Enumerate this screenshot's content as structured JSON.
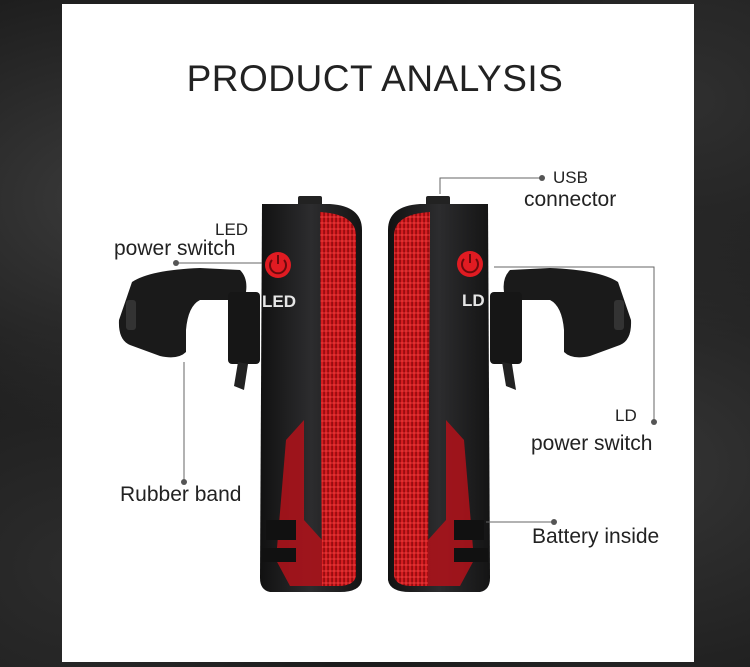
{
  "title": "PRODUCT ANALYSIS",
  "labels": {
    "led_switch_line1": "LED",
    "led_switch_line2": "power switch",
    "usb_line1": "USB",
    "usb_line2": "connector",
    "ld_switch_line1": "LD",
    "ld_switch_line2": "power switch",
    "rubber_band": "Rubber band",
    "battery": "Battery inside"
  },
  "device_marks": {
    "left": "LED",
    "right": "LD"
  },
  "colors": {
    "accent_red": "#d9141b",
    "body": "#1d1d1f",
    "panel": "#ffffff"
  }
}
